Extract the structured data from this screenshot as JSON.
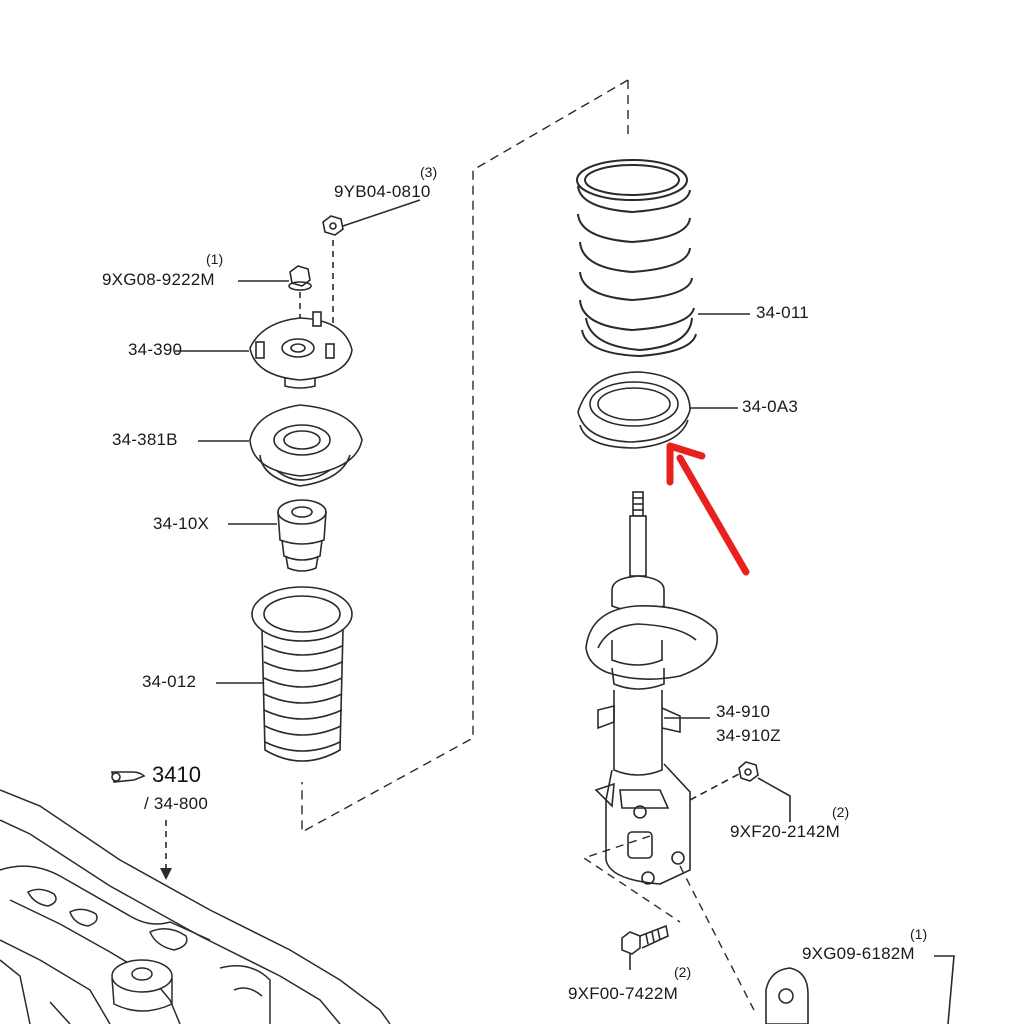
{
  "parts": {
    "nut_top": {
      "number": "9YB04-0810",
      "qty": "(3)"
    },
    "nut_center": {
      "number": "9XG08-9222M",
      "qty": "(1)"
    },
    "mount": {
      "number": "34-390"
    },
    "mount_bearing": {
      "number": "34-381B"
    },
    "bump_stop": {
      "number": "34-10X"
    },
    "dust_boot": {
      "number": "34-012"
    },
    "coil_spring": {
      "number": "34-011"
    },
    "spring_seat": {
      "number": "34-0A3"
    },
    "strut": {
      "number": "34-910",
      "number_alt": "34-910Z"
    },
    "strut_nut": {
      "number": "9XF20-2142M",
      "qty": "(2)"
    },
    "strut_bolt": {
      "number": "9XF00-7422M",
      "qty": "(2)"
    },
    "link_nut": {
      "number": "9XG09-6182M",
      "qty": "(1)"
    }
  },
  "reference": {
    "section": "3410",
    "sub": "/ 34-800"
  },
  "colors": {
    "line": "#2a2a2a",
    "arrow": "#e8211f"
  }
}
